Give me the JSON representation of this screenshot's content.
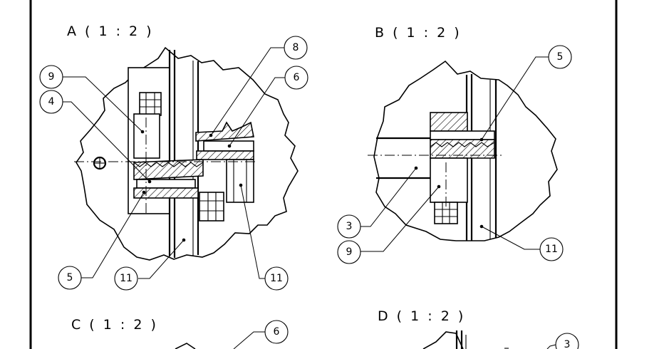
{
  "views": [
    {
      "id": "A",
      "title": "A ( 1 : 2 )",
      "callouts": [
        "9",
        "4",
        "8",
        "6",
        "5",
        "11",
        "11"
      ]
    },
    {
      "id": "B",
      "title": "B ( 1 : 2 )",
      "callouts": [
        "5",
        "3",
        "9",
        "11"
      ]
    },
    {
      "id": "C",
      "title": "C ( 1 : 2 )",
      "callouts": [
        "6"
      ]
    },
    {
      "id": "D",
      "title": "D ( 1 : 2 )",
      "callouts": [
        "3"
      ]
    }
  ]
}
